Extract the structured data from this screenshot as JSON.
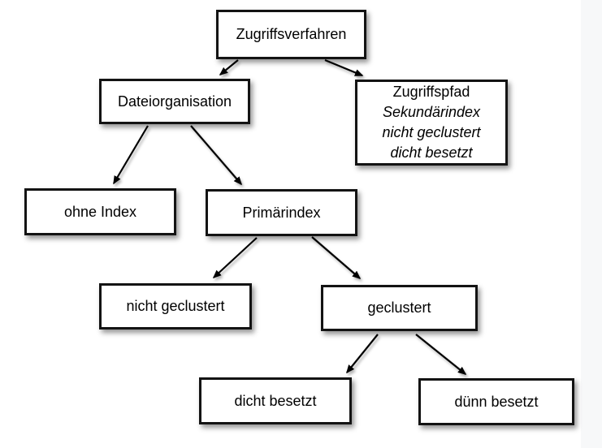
{
  "diagram": {
    "nodes": {
      "root": {
        "label": "Zugriffsverfahren"
      },
      "dateiorganisation": {
        "label": "Dateiorganisation"
      },
      "zugriffspfad": {
        "lines": [
          "Zugriffspfad",
          "Sekundärindex",
          "nicht geclustert",
          "dicht besetzt"
        ]
      },
      "ohne_index": {
        "label": "ohne Index"
      },
      "primaerindex": {
        "label": "Primärindex"
      },
      "nicht_geclustert": {
        "label": "nicht geclustert"
      },
      "geclustert": {
        "label": "geclustert"
      },
      "dicht_besetzt": {
        "label": "dicht besetzt"
      },
      "duenn_besetzt": {
        "label": "dünn besetzt"
      }
    },
    "edges": [
      {
        "from": "Zugriffsverfahren",
        "to": "Dateiorganisation"
      },
      {
        "from": "Zugriffsverfahren",
        "to": "Zugriffspfad"
      },
      {
        "from": "Dateiorganisation",
        "to": "ohne Index"
      },
      {
        "from": "Dateiorganisation",
        "to": "Primärindex"
      },
      {
        "from": "Primärindex",
        "to": "nicht geclustert"
      },
      {
        "from": "Primärindex",
        "to": "geclustert"
      },
      {
        "from": "geclustert",
        "to": "dicht besetzt"
      },
      {
        "from": "geclustert",
        "to": "dünn besetzt"
      }
    ],
    "colors": {
      "box_background": "#ffffff",
      "box_border": "#131313",
      "arrow": "#000000",
      "canvas_background": "#ffffff",
      "right_margin_background": "#f7f8f9"
    }
  }
}
